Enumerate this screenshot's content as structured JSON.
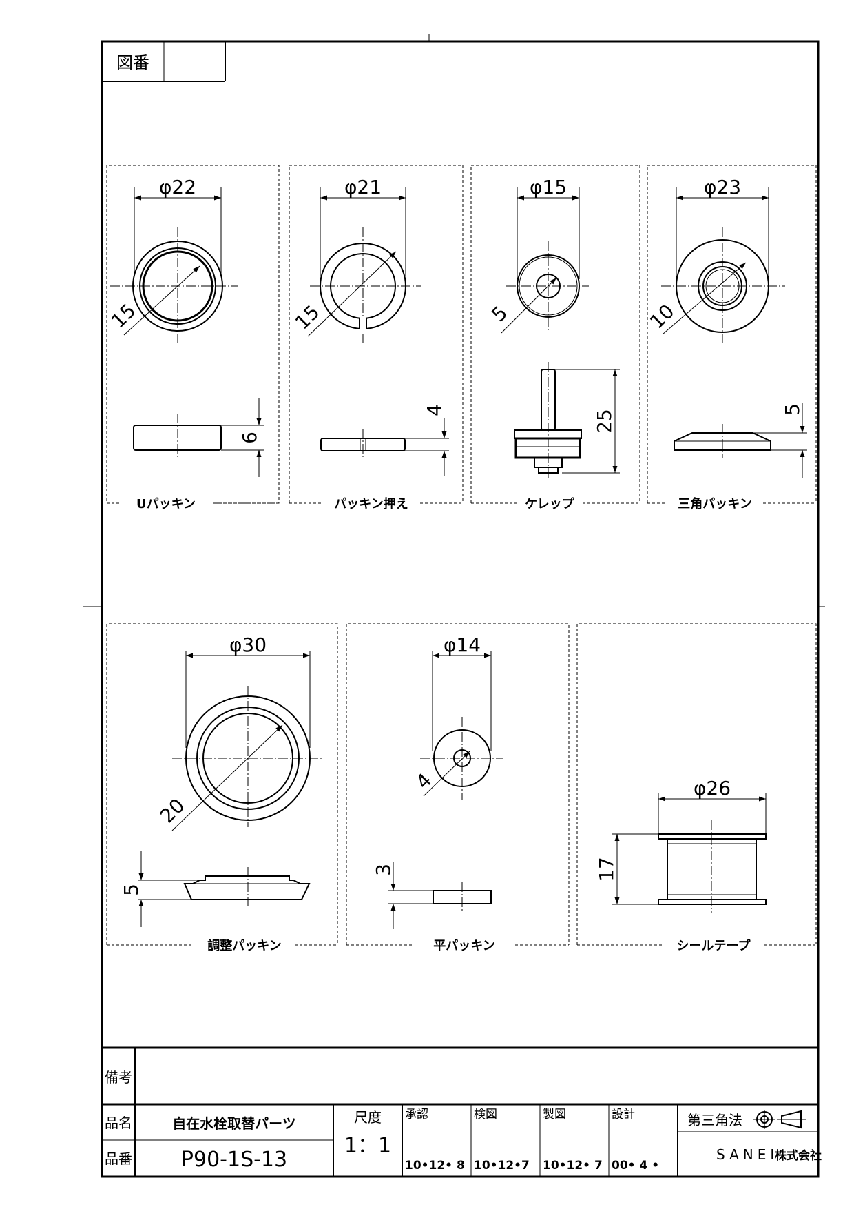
{
  "header": {
    "zuban_label": "図番",
    "zuban_value": ""
  },
  "parts": [
    {
      "name": "Uパッキン",
      "dia": "φ22",
      "diag": "15",
      "height": "6"
    },
    {
      "name": "パッキン押え",
      "dia": "φ21",
      "diag": "15",
      "height": "4"
    },
    {
      "name": "ケレップ",
      "dia": "φ15",
      "diag": "5",
      "height": "25"
    },
    {
      "name": "三角パッキン",
      "dia": "φ23",
      "diag": "10",
      "height": "5"
    },
    {
      "name": "調整パッキン",
      "dia": "φ30",
      "diag": "20",
      "height": "5"
    },
    {
      "name": "平パッキン",
      "dia": "φ14",
      "diag": "4",
      "height": "3"
    },
    {
      "name": "シールテープ",
      "dia": "φ26",
      "diag": "",
      "height": "17"
    }
  ],
  "title_block": {
    "remarks_label": "備考",
    "remarks_value": "",
    "product_name_label": "品名",
    "product_name": "自在水栓取替パーツ",
    "product_no_label": "品番",
    "product_no": "P90-1S-13",
    "scale_label": "尺度",
    "scale": "1：1",
    "approval_label": "承認",
    "approval_date": "10•12• 8",
    "check_label": "検図",
    "check_date": "10•12•7",
    "drawing_label": "製図",
    "drawing_date": "10•12• 7",
    "design_label": "設計",
    "design_date": "00• 4 •",
    "projection": "第三角法",
    "company": "SANEI",
    "company_suffix": "株式会社"
  }
}
